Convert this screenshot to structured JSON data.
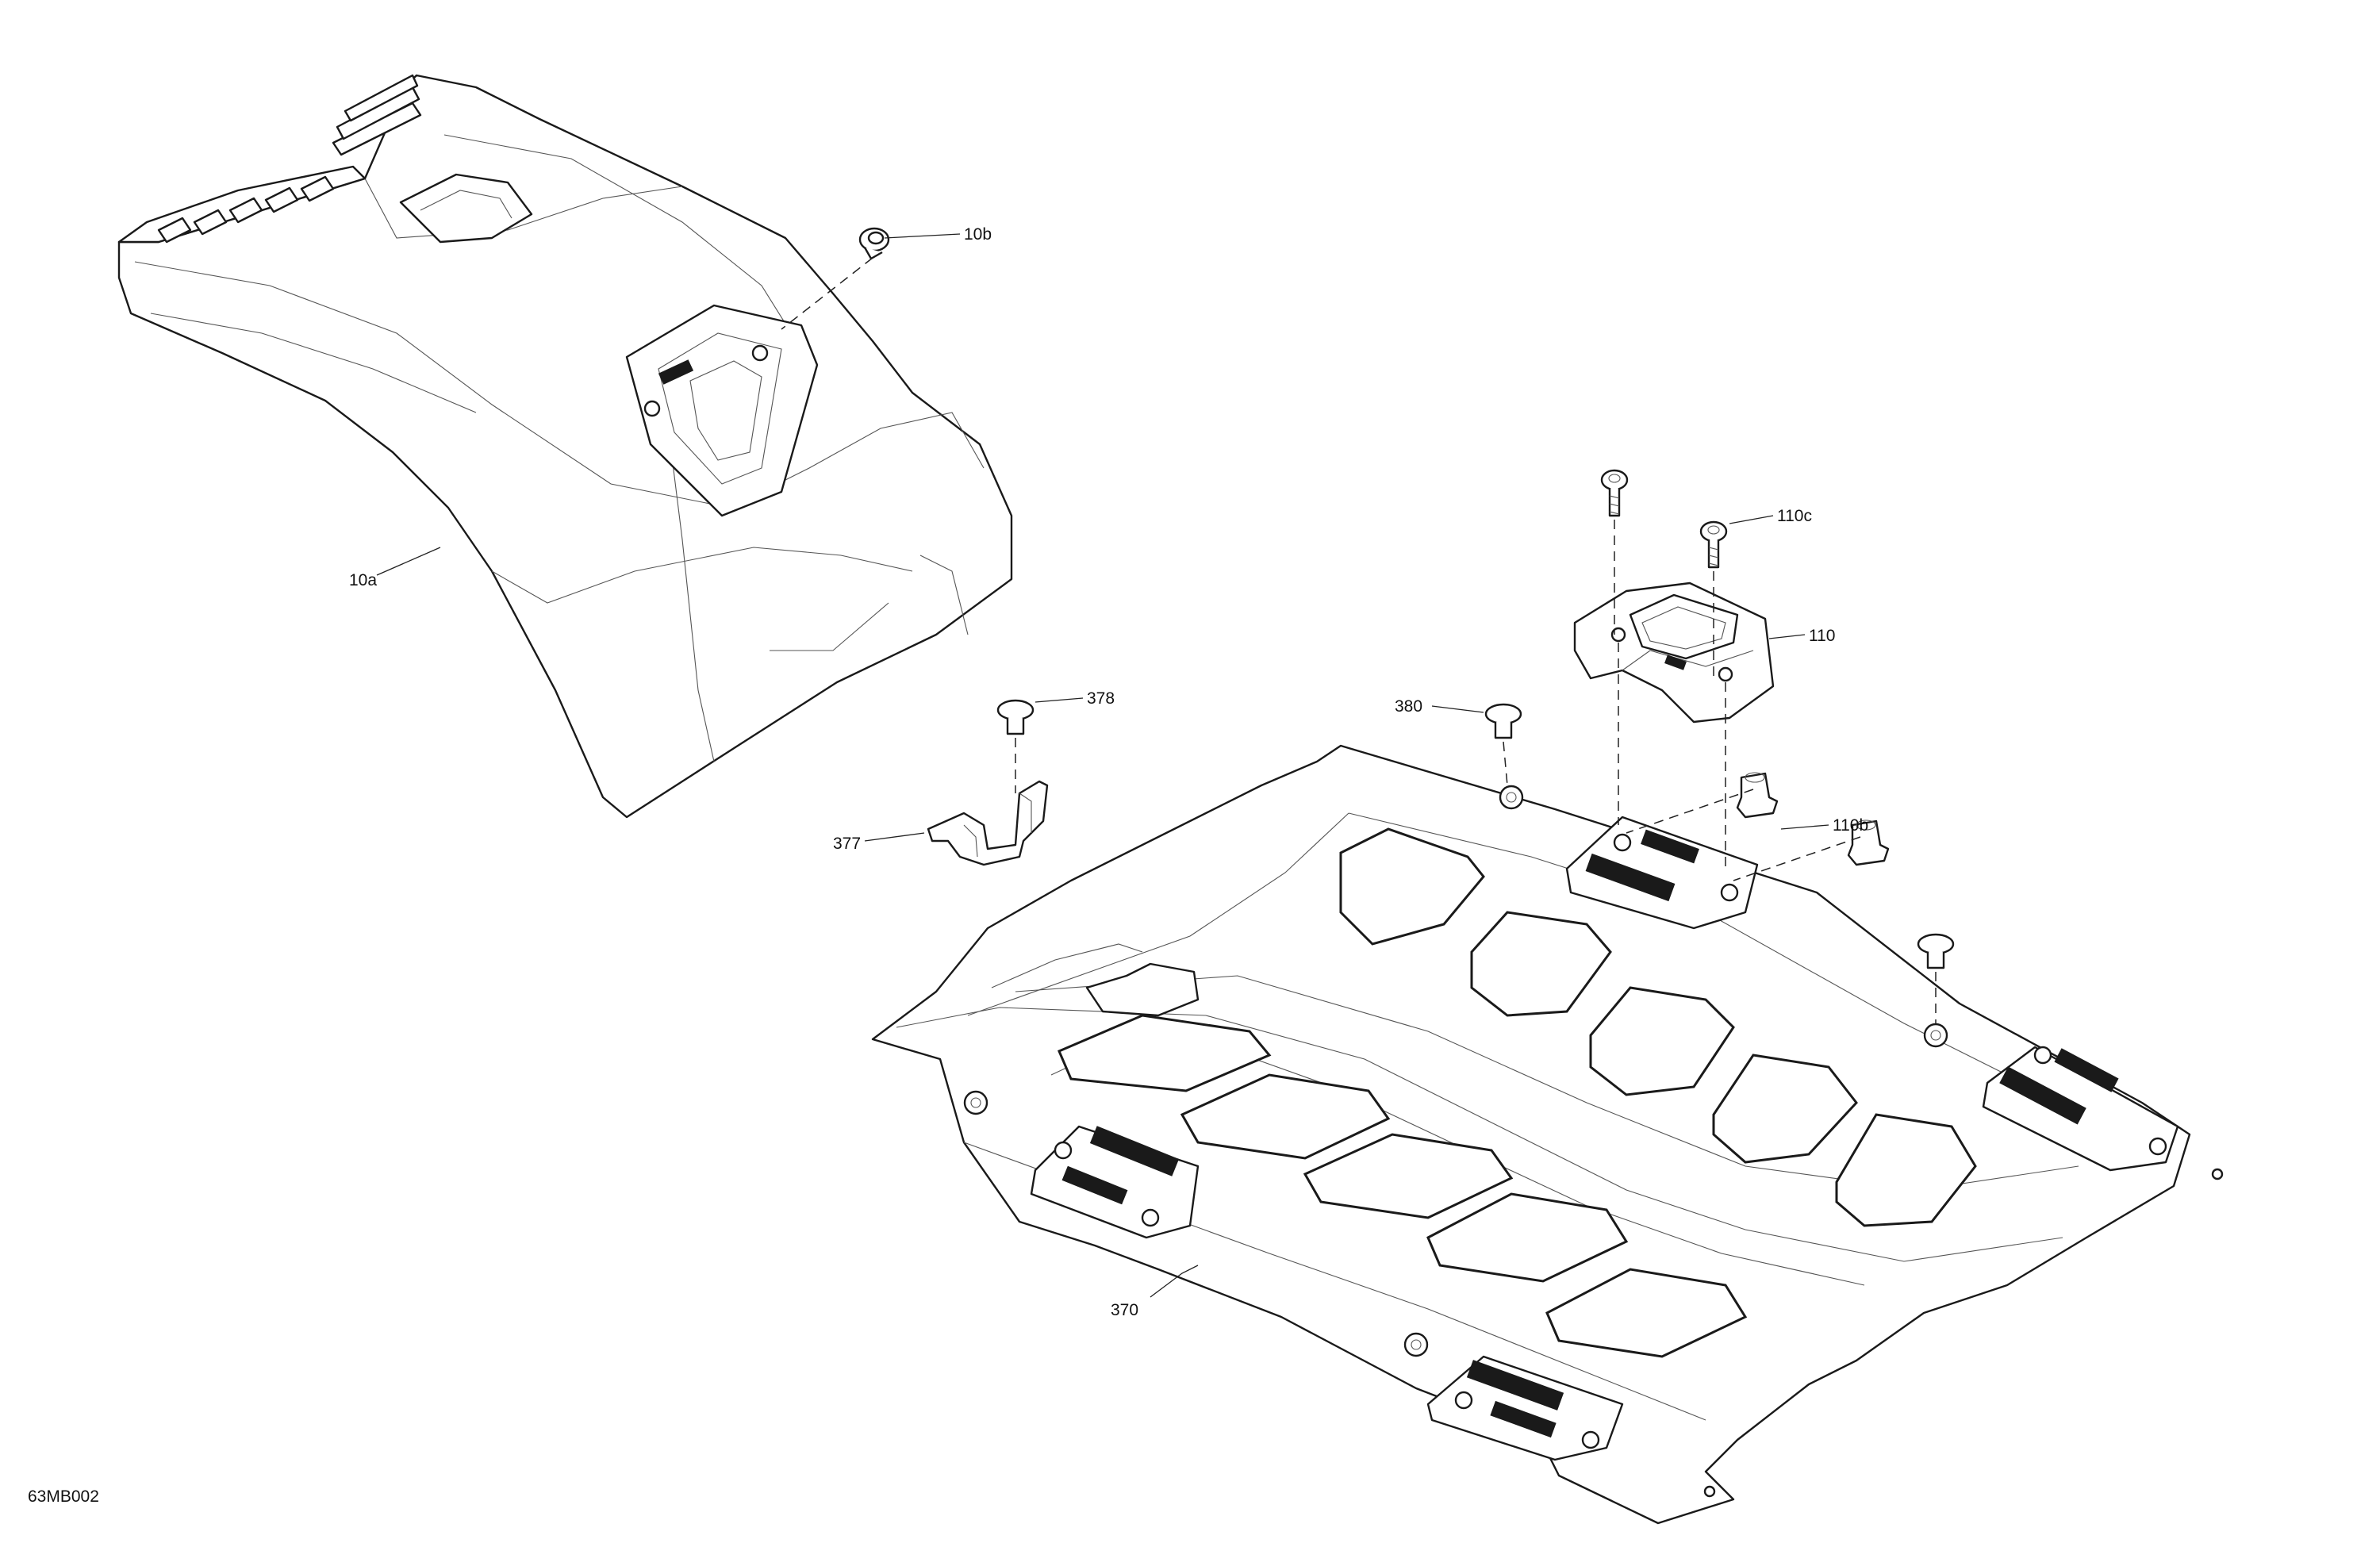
{
  "diagram": {
    "code": "63MB002",
    "callouts": {
      "part_10a": "10a",
      "part_10b": "10b",
      "part_110": "110",
      "part_110b": "110b",
      "part_110c": "110c",
      "part_370": "370",
      "part_377": "377",
      "part_378": "378",
      "part_380": "380"
    }
  }
}
